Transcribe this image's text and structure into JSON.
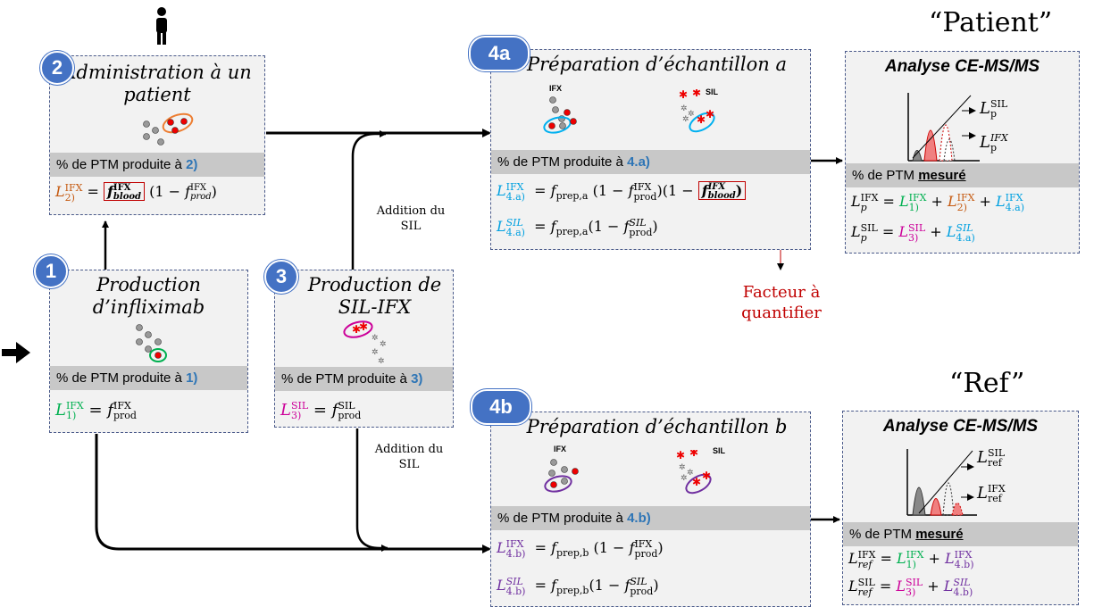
{
  "header": {
    "patient_label": "“Patient”",
    "ref_label": "“Ref”"
  },
  "box2": {
    "badge": "2",
    "title": "Administration à un patient",
    "bar_text": "% de PTM produite à ",
    "bar_ref": "2)"
  },
  "box1": {
    "badge": "1",
    "title": "Production d’infliximab",
    "bar_text": "% de PTM produite à ",
    "bar_ref": "1)"
  },
  "box3": {
    "badge": "3",
    "title": "Production de SIL-IFX",
    "bar_text": "% de PTM produite à ",
    "bar_ref": "3)"
  },
  "box4a": {
    "badge": "4a",
    "title": "Préparation d’échantillon a",
    "bar_text": "% de PTM produite à ",
    "bar_ref": "4.a)",
    "mol_ifx": "IFX",
    "mol_sil": "SIL"
  },
  "box4b": {
    "badge": "4b",
    "title": "Préparation d’échantillon b",
    "bar_text": "% de PTM produite à ",
    "bar_ref": "4.b)",
    "mol_ifx": "IFX",
    "mol_sil": "SIL"
  },
  "analysis_patient": {
    "title": "Analyse CE-MS/MS",
    "bar_text": "% de PTM ",
    "bar_bold": "mesuré"
  },
  "analysis_ref": {
    "title": "Analyse CE-MS/MS",
    "bar_text": "% de PTM ",
    "bar_bold": "mesuré"
  },
  "annotations": {
    "addition_top": "Addition du SIL",
    "addition_bottom": "Addition du SIL",
    "factor": "Facteur à quantifier"
  },
  "colors": {
    "badge": "#4472c4",
    "box_border": "#4a5a8a",
    "bar": "#c8c8c8",
    "highlight": "#c00000"
  }
}
